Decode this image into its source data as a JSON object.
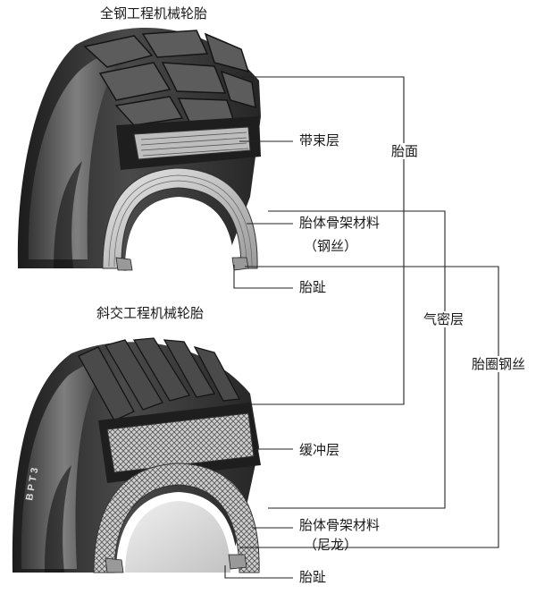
{
  "titles": {
    "radial": "全钢工程机械轮胎",
    "bias": "斜交工程机械轮胎"
  },
  "radial_labels": {
    "belt": "带束层",
    "carcass_line1": "胎体骨架材料",
    "carcass_line2": "（钢丝）",
    "toe": "胎趾"
  },
  "bias_labels": {
    "breaker": "缓冲层",
    "carcass_line1": "胎体骨架材料",
    "carcass_line2": "（尼龙）",
    "toe": "胎趾"
  },
  "shared_labels": {
    "tread": "胎面",
    "inner_liner": "气密层",
    "bead_wire": "胎圈钢丝"
  },
  "colors": {
    "tire_dark": "#2b2b2b",
    "tire_mid": "#555555",
    "tire_light": "#8a8a8a",
    "line": "#222222"
  }
}
